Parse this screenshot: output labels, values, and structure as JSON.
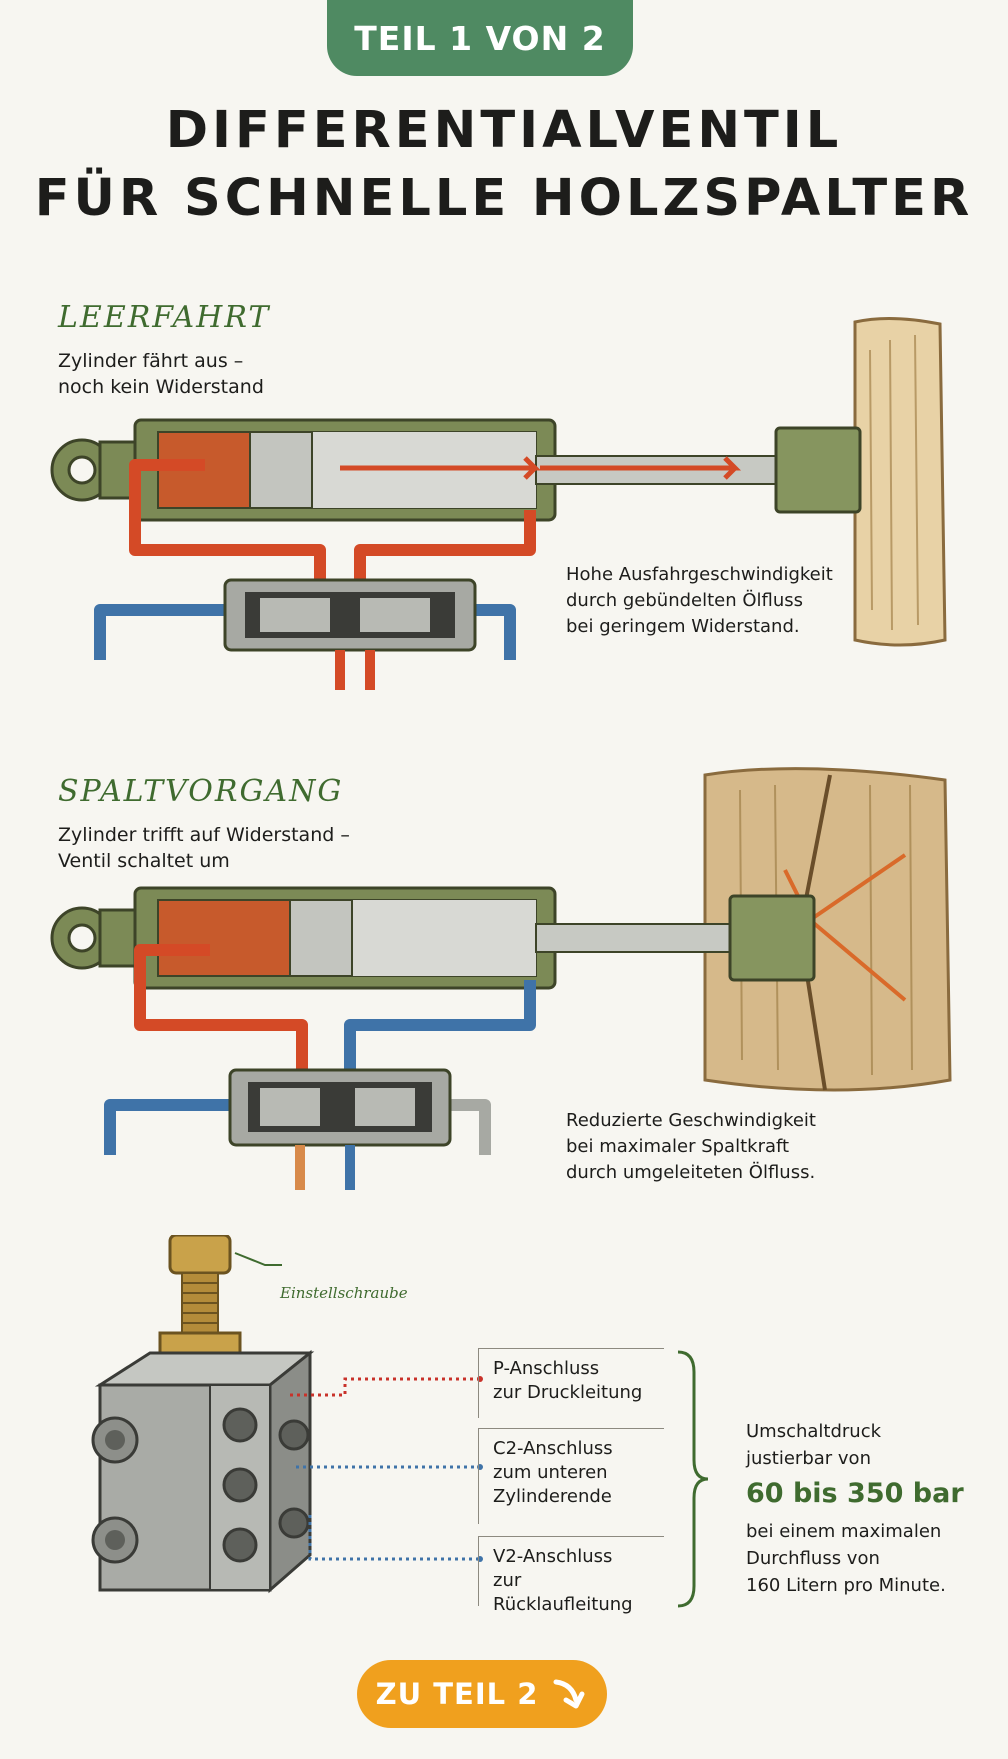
{
  "badge": "TEIL 1 VON 2",
  "title": {
    "line1": "DIFFERENTIALVENTIL",
    "line2": "FÜR SCHNELLE HOLZSPALTER"
  },
  "stage1": {
    "heading": "LEERFAHRT",
    "desc_line1": "Zylinder fährt aus –",
    "desc_line2": "noch kein Widerstand",
    "note_line1": "Hohe Ausfahrgeschwindigkeit",
    "note_line2": "durch gebündelten Ölfluss",
    "note_line3": "bei geringem Widerstand."
  },
  "stage2": {
    "heading": "SPALTVORGANG",
    "desc_line1": "Zylinder trifft auf Widerstand –",
    "desc_line2": "Ventil schaltet um",
    "note_line1": "Reduzierte Geschwindigkeit",
    "note_line2": "bei maximaler Spaltkraft",
    "note_line3": "durch umgeleiteten Ölfluss."
  },
  "valve": {
    "screw_label": "Einstellschraube",
    "ports": [
      {
        "line1": "P-Anschluss",
        "line2": "zur Druckleitung",
        "line3": ""
      },
      {
        "line1": "C2-Anschluss",
        "line2": "zum unteren",
        "line3": "Zylinderende"
      },
      {
        "line1": "V2-Anschluss",
        "line2": "zur Rücklaufleitung",
        "line3": ""
      }
    ],
    "info": {
      "line1": "Umschaltdruck",
      "line2": "justierbar von",
      "range": "60 bis 350 bar",
      "line3": "bei einem maximalen",
      "line4": "Durchfluss von",
      "line5": "160 Litern pro Minute."
    }
  },
  "cta": "ZU TEIL 2",
  "colors": {
    "green": "#4f8a62",
    "heading_green": "#3f6b2f",
    "orange": "#f0a01e",
    "oil_red": "#d44a26",
    "oil_blue": "#3f73a8",
    "cylinder_green": "#6f7d4c"
  }
}
